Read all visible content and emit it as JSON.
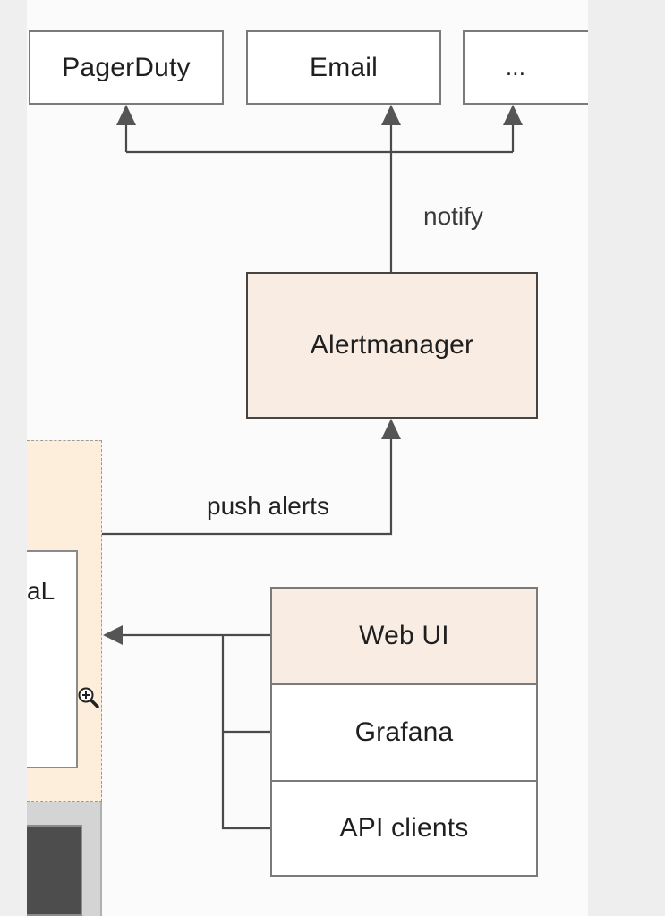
{
  "notification_targets": [
    "PagerDuty",
    "Email",
    "..."
  ],
  "edges": {
    "notify": "notify",
    "push_alerts": "push alerts"
  },
  "alertmanager": "Alertmanager",
  "clients": [
    "Web UI",
    "Grafana",
    "API clients"
  ],
  "cutoff_text": "aL",
  "colors": {
    "peach_box": "#f9ece3",
    "cluster_fill": "#fdeedb",
    "line": "#4a4a4a",
    "arrowhead": "#555555"
  },
  "icons": {
    "cursor": "zoom-in-cursor-icon"
  }
}
